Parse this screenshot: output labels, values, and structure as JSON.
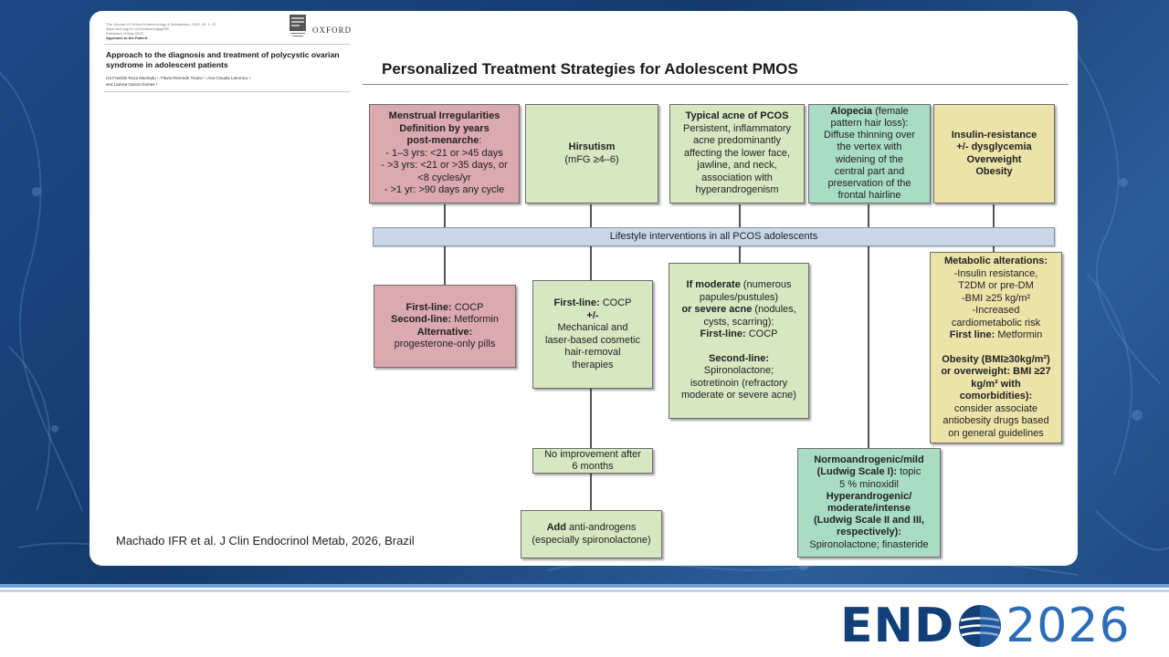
{
  "paper": {
    "journal_line1": "The Journal of Clinical Endocrinology & Metabolism, 2026, 00, 1–13",
    "journal_line2": "https://doi.org/10.1210/clinem/dgag000",
    "journal_line3": "Published: 9 May 2026",
    "article_type": "Approach to the Patient",
    "publisher": "OXFORD",
    "title": "Approach to the diagnosis and treatment of polycystic ovarian syndrome in adolescent patients",
    "authors_line1": "Iza Franklin Roza Machado ¹, Flavia Rezende Tinano ¹, Ana Claudia Latronico ¹,",
    "authors_line2": "and Larissa Garcia Gomes ¹"
  },
  "figure_title": "Personalized Treatment Strategies for Adolescent PMOS",
  "citation": "Machado IFR et al. J Clin Endocrinol Metab, 2026, Brazil",
  "brand": {
    "endo": "END",
    "year": "2026"
  },
  "colors": {
    "pink": "#dba9b0",
    "green": "#d6e7c1",
    "teal": "#a8dcc4",
    "yellow": "#ece3a9",
    "bar": "#c9d6e8",
    "brand_dark": "#123f78",
    "brand_light": "#2c6db7"
  },
  "top": {
    "menstrual": {
      "title1": "Menstrual Irregularities",
      "title2": "Definition by years",
      "title3": "post-menarche",
      "title3_suffix": ":",
      "items": [
        "- 1–3 yrs: <21 or >45 days",
        "- >3 yrs: <21 or >35 days, or",
        "<8 cycles/yr",
        "- >1 yr: >90 days any cycle"
      ]
    },
    "hirsutism": {
      "title": "Hirsutism",
      "detail": "(mFG ≥4–6)"
    },
    "acne": {
      "title": "Typical acne of PCOS",
      "lines": [
        "Persistent, inflammatory",
        "acne predominantly",
        "affecting the lower face,",
        "jawline, and neck,",
        "association with",
        "hyperandrogenism"
      ]
    },
    "alopecia": {
      "title": "Alopecia",
      "title_suffix": " (female",
      "lines": [
        "pattern hair loss):",
        "Diffuse thinning over",
        "the vertex with",
        "widening of the",
        "central part and",
        "preservation of the",
        "frontal hairline"
      ]
    },
    "insulin": {
      "lines": [
        "Insulin-resistance",
        "+/- dysglycemia",
        "Overweight",
        "Obesity"
      ]
    }
  },
  "lifestyle": "Lifestyle interventions in all PCOS adolescents",
  "treat": {
    "menstrual": {
      "first_label": "First-line:",
      "first_value": " COCP",
      "second_label": "Second-line:",
      "second_value": " Metformin",
      "alt_label": "Alternative:",
      "alt_value": "progesterone-only pills"
    },
    "hirsutism": {
      "first_label": "First-line:",
      "first_value": " COCP",
      "plus": "+/-",
      "lines": [
        "Mechanical and",
        "laser-based cosmetic",
        "hair-removal",
        "therapies"
      ]
    },
    "acne": {
      "moderate_label": "If moderate",
      "moderate_rest": " (numerous",
      "line2": "papules/pustules)",
      "severe_label": "or severe acne",
      "severe_rest": " (nodules,",
      "line4": "cysts, scarring):",
      "first_label": "First-line:",
      "first_value": " COCP",
      "second_label": "Second-line:",
      "lines": [
        "Spironolactone;",
        "isotretinoin (refractory",
        "moderate or severe acne)"
      ]
    },
    "metabolic": {
      "title": "Metabolic alterations:",
      "items": [
        "-Insulin resistance,",
        "T2DM or pre-DM",
        "-BMI ≥25 kg/m²",
        "-Increased",
        "cardiometabolic risk"
      ],
      "first_label": "First line:",
      "first_value": " Metformin",
      "obesity_lines": [
        "Obesity (BMI≥30kg/m²)",
        "or overweight: BMI ≥27",
        "kg/m² with",
        "comorbidities):"
      ],
      "consider_lines": [
        "consider associate",
        "antiobesity drugs based",
        "on general guidelines"
      ]
    },
    "no_improvement": [
      "No improvement after",
      "6 months"
    ],
    "add": {
      "label": "Add",
      "rest": " anti-androgens",
      "line2": "(especially spironolactone)"
    },
    "alopecia": {
      "normo_label1": "Normoandrogenic/mild",
      "normo_label2": "(Ludwig Scale I):",
      "normo_rest": " topic",
      "normo_line3": "5 % minoxidil",
      "hyper_lines": [
        "Hyperandrogenic/",
        "moderate/intense",
        "(Ludwig Scale II and III,",
        "respectively):"
      ],
      "hyper_treatment": "Spironolactone; finasteride"
    }
  }
}
